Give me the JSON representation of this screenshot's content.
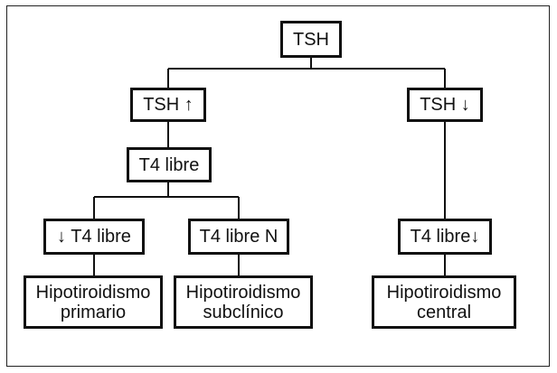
{
  "nodes": {
    "root": "TSH",
    "tsh_high": "TSH ↑",
    "tsh_low": "TSH ↓",
    "t4_free": "T4 libre",
    "t4_low": "↓ T4 libre",
    "t4_normal": "T4 libre N",
    "t4_low_central": "T4 libre↓",
    "hypo_primary": {
      "line1": "Hipotiroidismo",
      "line2": "primario"
    },
    "hypo_subclinical": {
      "line1": "Hipotiroidismo",
      "line2": "subclínico"
    },
    "hypo_central": {
      "line1": "Hipotiroidismo",
      "line2": "central"
    }
  },
  "colors": {
    "stroke": "#111111",
    "background": "#ffffff"
  }
}
